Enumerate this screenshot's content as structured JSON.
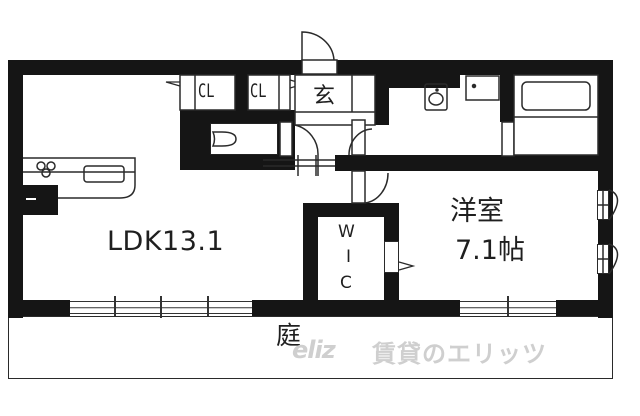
{
  "floorplan": {
    "rooms": {
      "ldk": {
        "label": "LDK13.1"
      },
      "western_room": {
        "name": "洋室",
        "size": "7.1帖"
      },
      "walk_in_closet": {
        "line1": "W",
        "line2": "I",
        "line3": "C"
      },
      "entrance": {
        "label": "玄"
      },
      "closet_1": {
        "label": "CL"
      },
      "closet_2": {
        "label": "CL"
      },
      "garden": {
        "label": "庭"
      }
    },
    "watermark": {
      "logo": "eliz",
      "text": "賃貸のエリッツ"
    },
    "colors": {
      "wall": "#151515",
      "line": "#2a2a2a",
      "background": "#ffffff",
      "watermark": "#c8c8c8"
    }
  }
}
